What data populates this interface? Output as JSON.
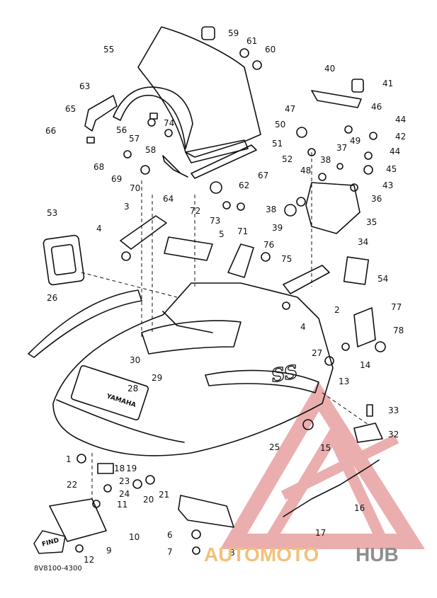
{
  "diagram_code": "8V8100-4300",
  "find_badge": "FIND",
  "emblem_text": "YAMAHA",
  "emblem_ss": "SS",
  "watermark": {
    "brand_part1": "AUTOMOTO",
    "brand_part2": "HUB",
    "colors": {
      "logo": "#e8a0a0",
      "text1": "#f2c17a",
      "text2": "#8e8e8e"
    }
  },
  "callouts": [
    {
      "id": "c59",
      "text": "59"
    },
    {
      "id": "c55",
      "text": "55"
    },
    {
      "id": "c61",
      "text": "61"
    },
    {
      "id": "c60",
      "text": "60"
    },
    {
      "id": "c40",
      "text": "40"
    },
    {
      "id": "c41",
      "text": "41"
    },
    {
      "id": "c63",
      "text": "63"
    },
    {
      "id": "c65",
      "text": "65"
    },
    {
      "id": "c47",
      "text": "47"
    },
    {
      "id": "c46",
      "text": "46"
    },
    {
      "id": "c56",
      "text": "56"
    },
    {
      "id": "c57",
      "text": "57"
    },
    {
      "id": "c74",
      "text": "74"
    },
    {
      "id": "c50",
      "text": "50"
    },
    {
      "id": "c44a",
      "text": "44"
    },
    {
      "id": "c66",
      "text": "66"
    },
    {
      "id": "c58",
      "text": "58"
    },
    {
      "id": "c51",
      "text": "51"
    },
    {
      "id": "c49",
      "text": "49"
    },
    {
      "id": "c42",
      "text": "42"
    },
    {
      "id": "c37",
      "text": "37"
    },
    {
      "id": "c44b",
      "text": "44"
    },
    {
      "id": "c68",
      "text": "68"
    },
    {
      "id": "c52",
      "text": "52"
    },
    {
      "id": "c48",
      "text": "48"
    },
    {
      "id": "c38a",
      "text": "38"
    },
    {
      "id": "c69",
      "text": "69"
    },
    {
      "id": "c67",
      "text": "67"
    },
    {
      "id": "c45",
      "text": "45"
    },
    {
      "id": "c70",
      "text": "70"
    },
    {
      "id": "c62",
      "text": "62"
    },
    {
      "id": "c43",
      "text": "43"
    },
    {
      "id": "c64",
      "text": "64"
    },
    {
      "id": "c36",
      "text": "36"
    },
    {
      "id": "c72",
      "text": "72"
    },
    {
      "id": "c73",
      "text": "73"
    },
    {
      "id": "c38b",
      "text": "38"
    },
    {
      "id": "c53",
      "text": "53"
    },
    {
      "id": "c3",
      "text": "3"
    },
    {
      "id": "c71",
      "text": "71"
    },
    {
      "id": "c35",
      "text": "35"
    },
    {
      "id": "c39",
      "text": "39"
    },
    {
      "id": "c4a",
      "text": "4"
    },
    {
      "id": "c5",
      "text": "5"
    },
    {
      "id": "c34",
      "text": "34"
    },
    {
      "id": "c76",
      "text": "76"
    },
    {
      "id": "c75",
      "text": "75"
    },
    {
      "id": "c54",
      "text": "54"
    },
    {
      "id": "c26",
      "text": "26"
    },
    {
      "id": "c2",
      "text": "2"
    },
    {
      "id": "c77",
      "text": "77"
    },
    {
      "id": "c4b",
      "text": "4"
    },
    {
      "id": "c78",
      "text": "78"
    },
    {
      "id": "c27",
      "text": "27"
    },
    {
      "id": "c30",
      "text": "30"
    },
    {
      "id": "c14",
      "text": "14"
    },
    {
      "id": "c29",
      "text": "29"
    },
    {
      "id": "c13",
      "text": "13"
    },
    {
      "id": "c28",
      "text": "28"
    },
    {
      "id": "c33",
      "text": "33"
    },
    {
      "id": "c32",
      "text": "32"
    },
    {
      "id": "c15",
      "text": "15"
    },
    {
      "id": "c25",
      "text": "25"
    },
    {
      "id": "c1",
      "text": "1"
    },
    {
      "id": "c22",
      "text": "22"
    },
    {
      "id": "c18",
      "text": "18"
    },
    {
      "id": "c19",
      "text": "19"
    },
    {
      "id": "c23",
      "text": "23"
    },
    {
      "id": "c24",
      "text": "24"
    },
    {
      "id": "c21",
      "text": "21"
    },
    {
      "id": "c20",
      "text": "20"
    },
    {
      "id": "c11",
      "text": "11"
    },
    {
      "id": "c16",
      "text": "16"
    },
    {
      "id": "c10",
      "text": "10"
    },
    {
      "id": "c6",
      "text": "6"
    },
    {
      "id": "c17",
      "text": "17"
    },
    {
      "id": "c7",
      "text": "7"
    },
    {
      "id": "c9",
      "text": "9"
    },
    {
      "id": "c8",
      "text": "8"
    },
    {
      "id": "c12",
      "text": "12"
    }
  ]
}
